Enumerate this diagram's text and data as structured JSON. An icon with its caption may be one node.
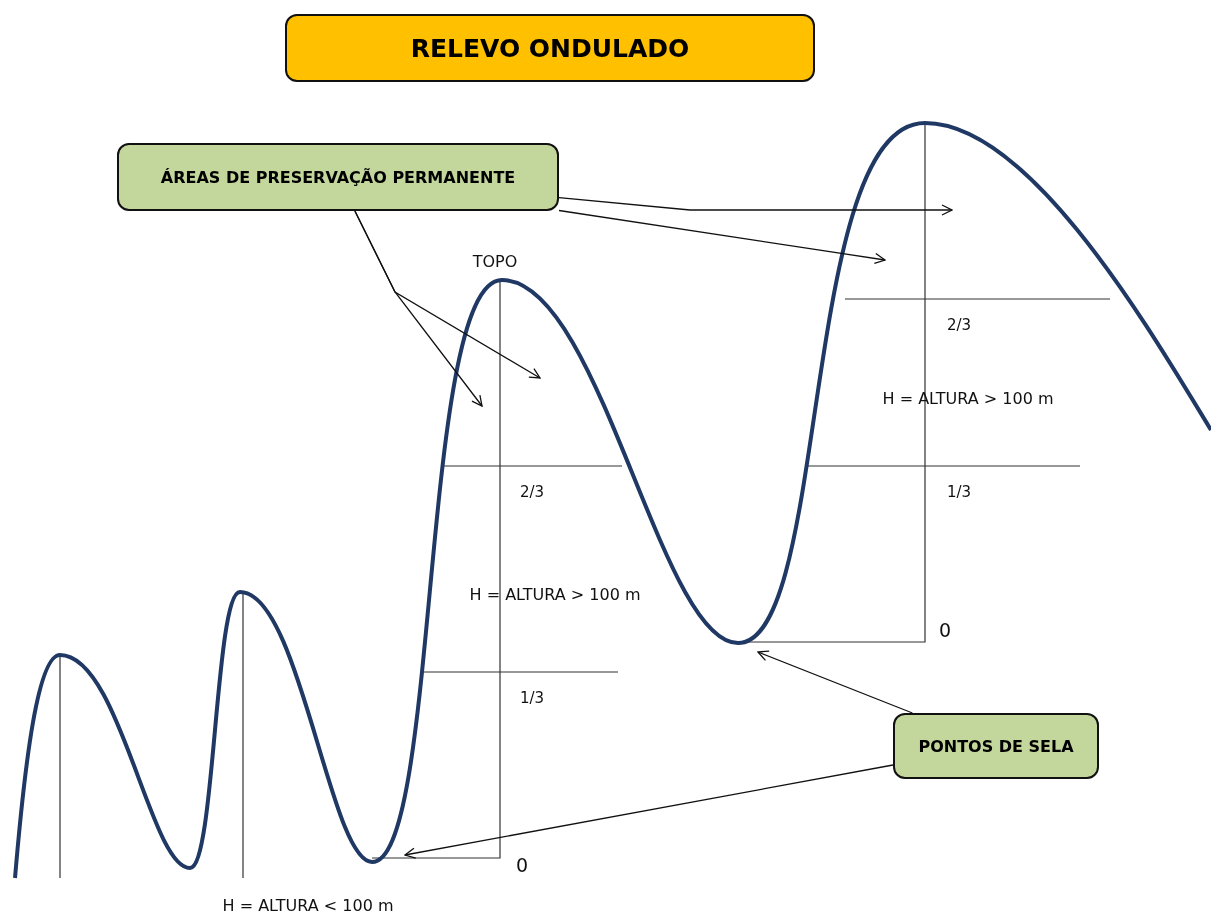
{
  "diagram": {
    "nodes": [
      {
        "text": [
          "RELEVO ONDULADO"
        ]
      },
      {
        "text": [
          "ÁREAS DE PRESERVAÇÃO PERMANENTE"
        ]
      },
      {
        "text": [
          "PONTOS DE SELA"
        ]
      }
    ],
    "edges": [
      {
        "from": 1,
        "to": null,
        "arrow": "to"
      },
      {
        "from": 1,
        "to": null,
        "arrow": "to"
      },
      {
        "from": 1,
        "to": null,
        "arrow": "to"
      },
      {
        "from": 1,
        "to": null,
        "arrow": "to"
      },
      {
        "from": 2,
        "to": null,
        "arrow": "to"
      },
      {
        "from": 2,
        "to": null,
        "arrow": "to"
      }
    ],
    "labels": [
      "TOPO",
      "2/3",
      "H = ALTURA > 100 m",
      "2/3",
      "1/3",
      "H = ALTURA > 100 m",
      "0",
      "1/3",
      "0",
      "H = ALTURA < 100 m"
    ]
  }
}
